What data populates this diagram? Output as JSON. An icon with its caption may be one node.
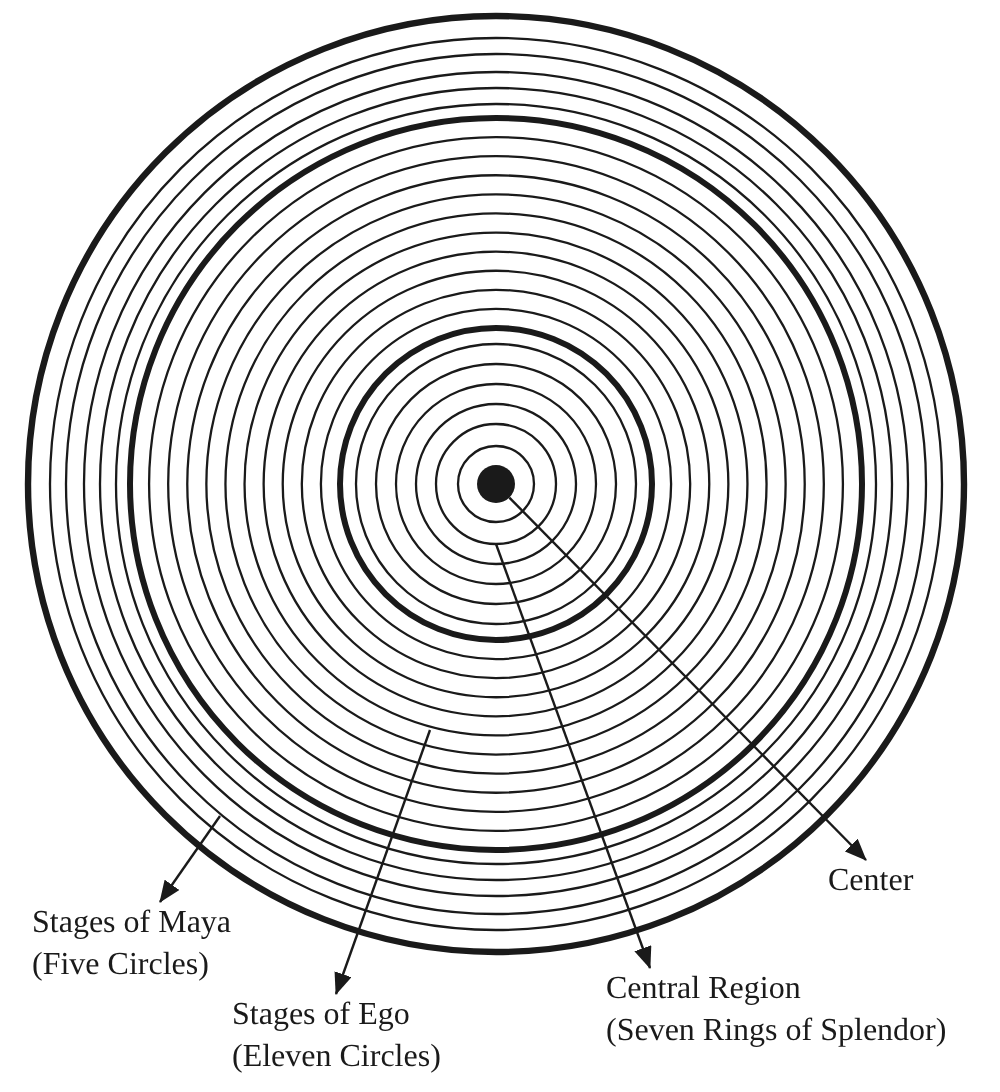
{
  "diagram": {
    "nodes": [
      {
        "text": [],
        "shape": "ring"
      },
      {
        "text": [],
        "shape": "ring",
        "in": 0
      },
      {
        "text": [],
        "shape": "ring",
        "in": 1
      },
      {
        "text": [],
        "shape": "circle",
        "in": 2
      },
      {
        "text": [
          "Stages of Maya",
          "(Five Circles)"
        ]
      },
      {
        "text": [
          "Stages of Ego",
          "(Eleven Circles)"
        ]
      },
      {
        "text": [
          "Central Region",
          "(Seven Rings of Splendor)"
        ]
      },
      {
        "text": [
          "Center"
        ]
      }
    ],
    "edges": [
      {
        "from": 0,
        "to": 4,
        "arrow": "to"
      },
      {
        "from": 1,
        "to": 5,
        "arrow": "to"
      },
      {
        "from": 2,
        "to": 6,
        "arrow": "to"
      },
      {
        "from": 3,
        "to": 7,
        "arrow": "to"
      }
    ]
  }
}
